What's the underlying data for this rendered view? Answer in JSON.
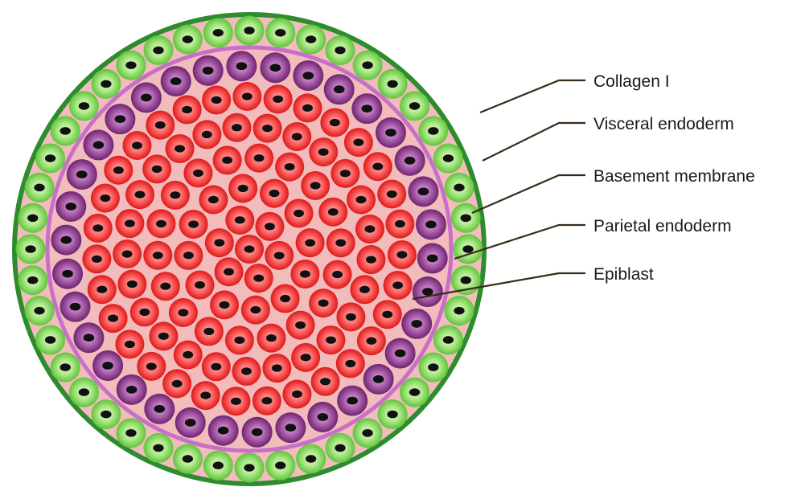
{
  "labels": {
    "collagen": "Collagen I",
    "visceral": "Visceral endoderm",
    "basement": "Basement membrane",
    "parietal": "Parietal endoderm",
    "epiblast": "Epiblast"
  },
  "colors": {
    "background": "#ffffff",
    "outer_ring": "#2e8b2e",
    "matrix_fill": "#f2bcbc",
    "basement_ring": "#c870c8",
    "visceral_cell": "#7dd65a",
    "visceral_cell_inner": "#c9f0a8",
    "parietal_cell": "#8a3a8a",
    "parietal_cell_inner": "#d6a0d6",
    "epiblast_cell": "#ee2a2a",
    "epiblast_cell_inner": "#ff9c9c",
    "nucleus": "#111111",
    "leader_line": "#3a2a1a"
  }
}
